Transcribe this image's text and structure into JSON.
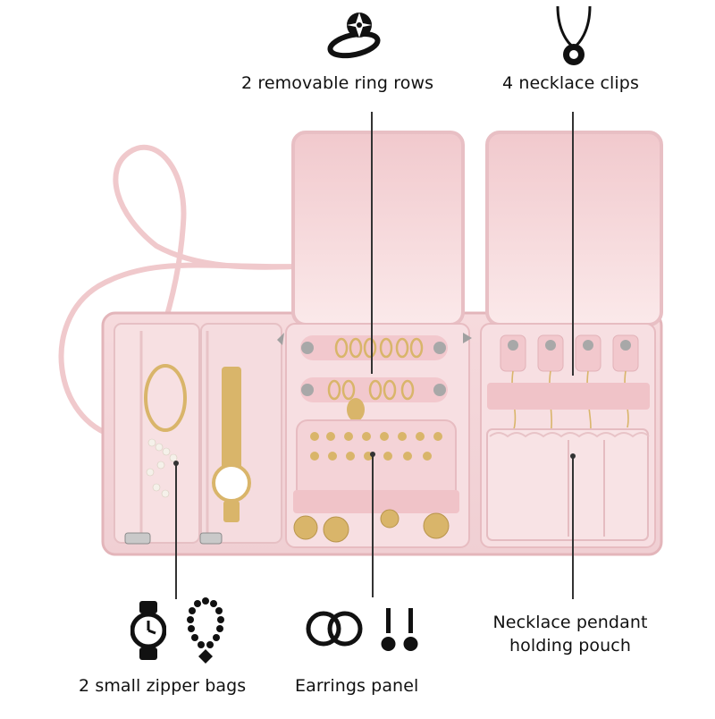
{
  "callouts": {
    "ring_rows": "2 removable ring  rows",
    "necklace_clips": "4 necklace clips",
    "zipper_bags": "2 small zipper bags",
    "earrings_panel": "Earrings panel",
    "pendant_pouch_line1": "Necklace pendant",
    "pendant_pouch_line2": "holding pouch"
  },
  "icons": {
    "ring": "ring-icon",
    "necklace": "necklace-pendant-icon",
    "watch": "wristwatch-icon",
    "bracelet": "bead-bracelet-icon",
    "hoops": "hoop-earrings-icon",
    "studs": "stud-earrings-icon"
  },
  "colors": {
    "case_pink": "#f3d3d6",
    "case_edge": "#e7bcc1",
    "lining": "#f8e2e4",
    "gold": "#d9b56a",
    "icon_black": "#111111",
    "text": "#111111"
  }
}
